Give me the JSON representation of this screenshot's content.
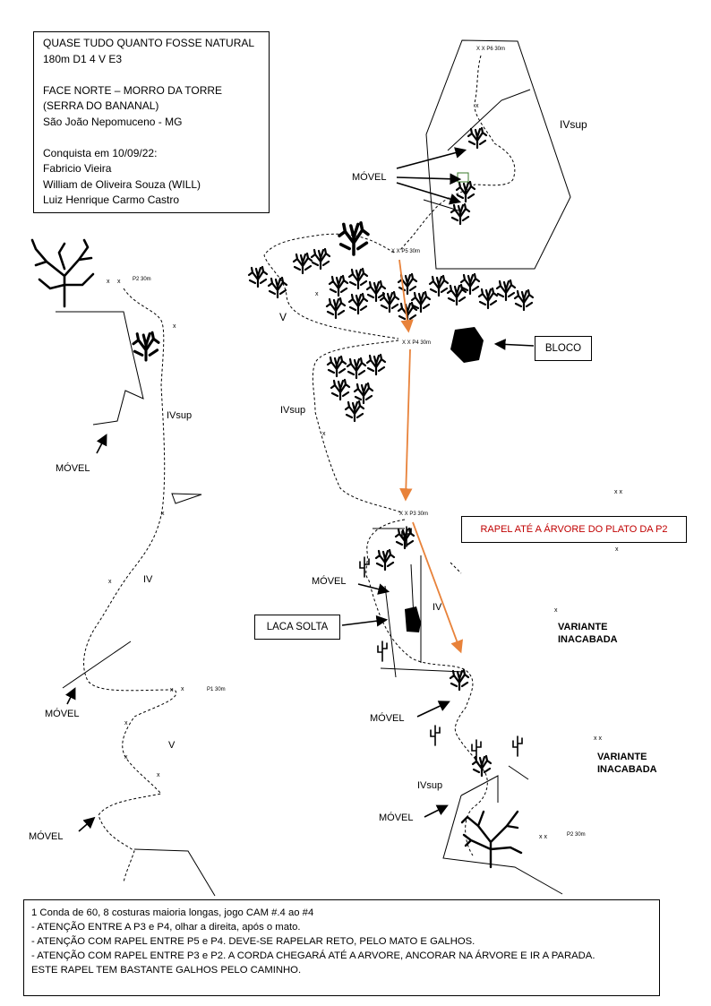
{
  "header": {
    "route_name": "QUASE TUDO QUANTO FOSSE NATURAL",
    "grade": "180m D1 4 V E3",
    "face": "FACE NORTE – MORRO DA TORRE",
    "range": "(SERRA DO BANANAL)",
    "city": "São João Nepomuceno - MG",
    "first_ascent": "Conquista em 10/09/22:",
    "climbers": [
      "Fabricio Vieira",
      "William de Oliveira Souza (WILL)",
      "Luiz Henrique Carmo Castro"
    ]
  },
  "labels": {
    "ivsup_top_right": "IVsup",
    "movel": "MÓVEL",
    "p6": "X X P6 30m",
    "p5": "X X P5 30m",
    "p4": "X X P4 30m",
    "p3": "X X P3 30m",
    "p2_left": "P2 30m",
    "p2_right": "P2 30m",
    "p1": "P1 30m",
    "grade_v": "V",
    "grade_ivsup": "IVsup",
    "grade_iv": "IV",
    "bloco": "BLOCO",
    "laca_solta": "LACA SOLTA",
    "rapel": "RAPEL ATÉ A ÁRVORE DO PLATO DA P2",
    "variante_1": "VARIANTE INACABADA",
    "variante_2": "VARIANTE INACABADA"
  },
  "notes": [
    "1 Conda de 60, 8 costuras maioria longas, jogo CAM #.4 ao #4",
    "- ATENÇÃO ENTRE A P3 e P4, olhar a direita, após o mato.",
    "- ATENÇÃO COM RAPEL ENTRE P5 e P4. DEVE-SE RAPELAR RETO, PELO MATO E GALHOS.",
    "- ATENÇÃO COM RAPEL ENTRE P3 e P2. A CORDA CHEGARÁ ATÉ A ARVORE, ANCORAR NA ÁRVORE E IR A PARADA.",
    "ESTE RAPEL TEM BASTANTE GALHOS PELO CAMINHO."
  ],
  "colors": {
    "rappel_arrow": "#e8823a",
    "warning_text": "#c00000"
  }
}
